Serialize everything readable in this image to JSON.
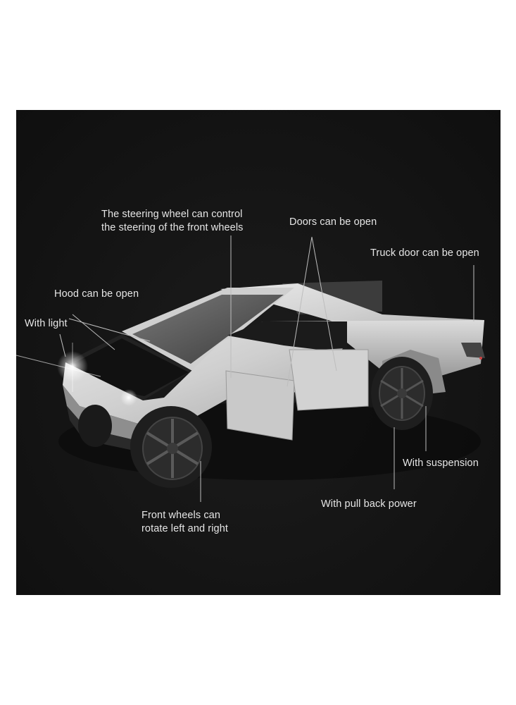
{
  "image": {
    "subject": "Silver die-cast pickup truck model with doors, hood and tailgate open",
    "background_color": "#141414",
    "frame_color": "#ffffff",
    "label_color": "#e6e6e6"
  },
  "callouts": [
    {
      "id": "steering",
      "lines": [
        "The steering wheel can control",
        "the steering of the front wheels"
      ]
    },
    {
      "id": "doors",
      "lines": [
        "Doors can be open"
      ]
    },
    {
      "id": "truck-door",
      "lines": [
        "Truck door can be open"
      ]
    },
    {
      "id": "hood",
      "lines": [
        "Hood can be open"
      ]
    },
    {
      "id": "light",
      "lines": [
        "With light"
      ]
    },
    {
      "id": "suspension",
      "lines": [
        "With suspension"
      ]
    },
    {
      "id": "pull-back",
      "lines": [
        "With pull back power"
      ]
    },
    {
      "id": "front-wheels",
      "lines": [
        "Front wheels can",
        "rotate left and right"
      ]
    }
  ]
}
